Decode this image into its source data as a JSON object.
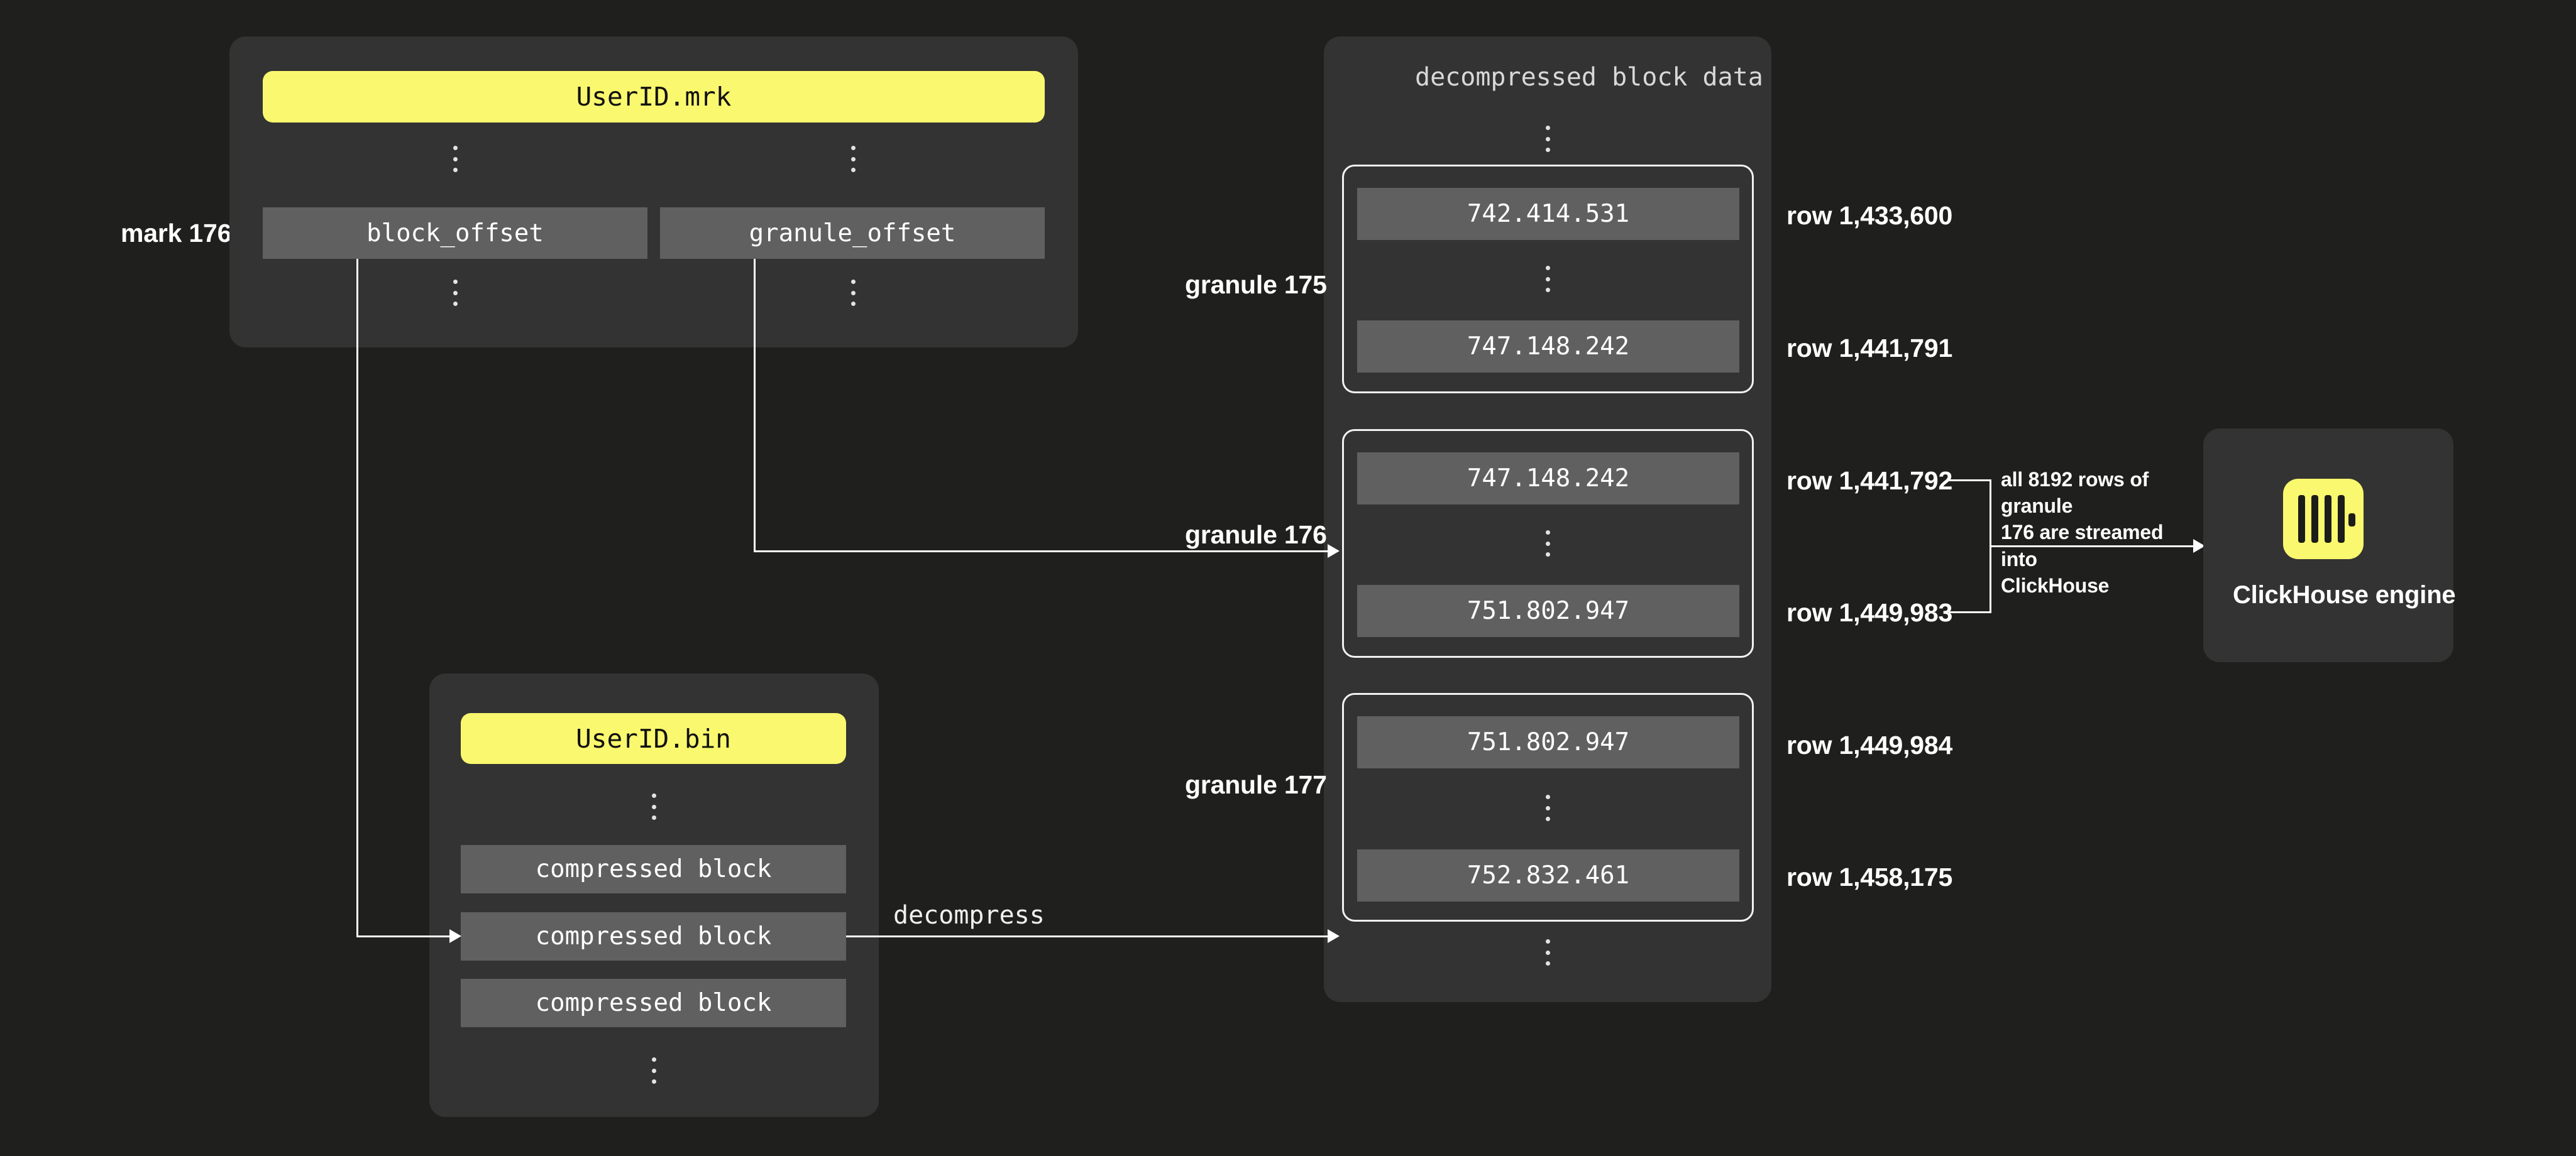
{
  "colors": {
    "background": "#1f1f1d",
    "panel": "#333333",
    "chip": "#606060",
    "accent_yellow": "#faf86e",
    "stroke": "#ffffff",
    "text": "#ffffff"
  },
  "mark": {
    "label": "mark 176"
  },
  "mrk_file": {
    "title": "UserID.mrk",
    "columns": [
      {
        "label": "block_offset"
      },
      {
        "label": "granule_offset"
      }
    ]
  },
  "bin_file": {
    "title": "UserID.bin",
    "blocks": [
      {
        "label": "compressed block"
      },
      {
        "label": "compressed block"
      },
      {
        "label": "compressed block"
      }
    ]
  },
  "decompress": {
    "label": "decompress"
  },
  "decompressed_panel": {
    "title": "decompressed block data",
    "granules": [
      {
        "name": "granule 175",
        "first_value": "742.414.531",
        "last_value": "747.148.242",
        "first_row": "row 1,433,600",
        "last_row": "row 1,441,791"
      },
      {
        "name": "granule 176",
        "first_value": "747.148.242",
        "last_value": "751.802.947",
        "first_row": "row 1,441,792",
        "last_row": "row 1,449,983"
      },
      {
        "name": "granule 177",
        "first_value": "751.802.947",
        "last_value": "752.832.461",
        "first_row": "row 1,449,984",
        "last_row": "row 1,458,175"
      }
    ]
  },
  "stream_annotation": {
    "line1": "all 8192 rows of granule",
    "line2": "176 are streamed into",
    "line3": "ClickHouse"
  },
  "engine": {
    "label": "ClickHouse engine",
    "logo_name": "clickhouse-logo"
  }
}
